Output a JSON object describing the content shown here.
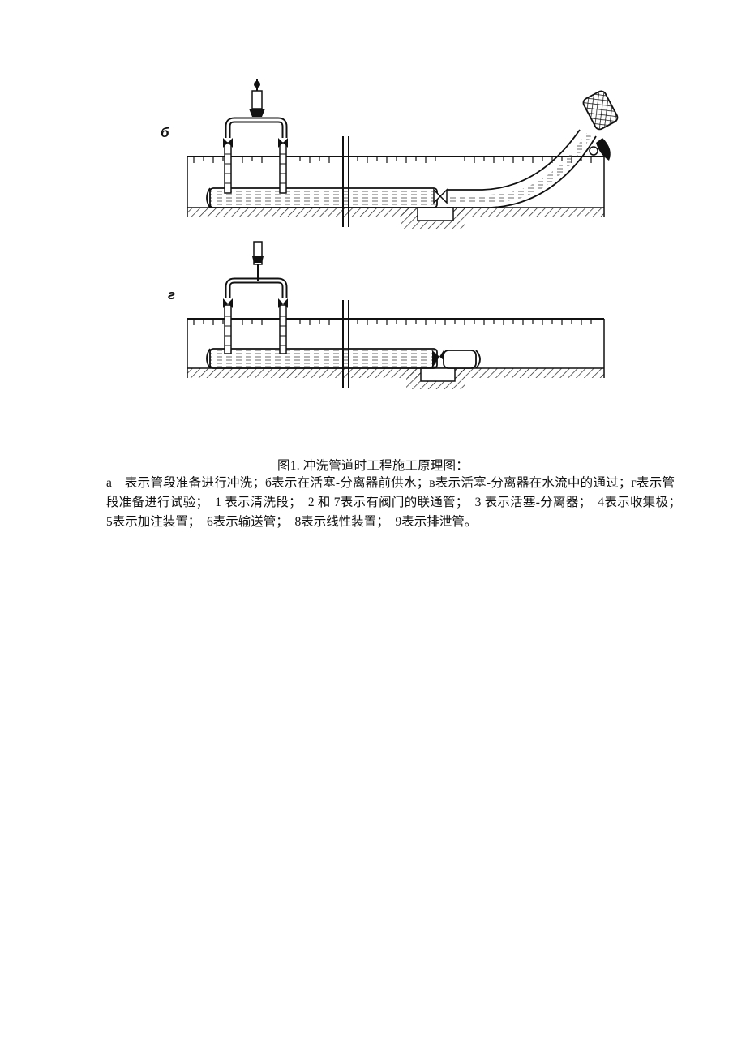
{
  "figure": {
    "panel_labels": [
      "б",
      "г"
    ]
  },
  "caption": {
    "title": "图1. 冲洗管道时工程施工原理图：",
    "body": "a　表示管段准备进行冲洗；б表示在活塞-分离器前供水；в表示活塞-分离器在水流中的通过；г表示管段准备进行试验；　1 表示清洗段；　2 和 7表示有阀门的联通管；　3 表示活塞-分离器；　4表示收集极；　5表示加注装置；　6表示输送管；　8表示线性装置；　9表示排泄管。"
  }
}
